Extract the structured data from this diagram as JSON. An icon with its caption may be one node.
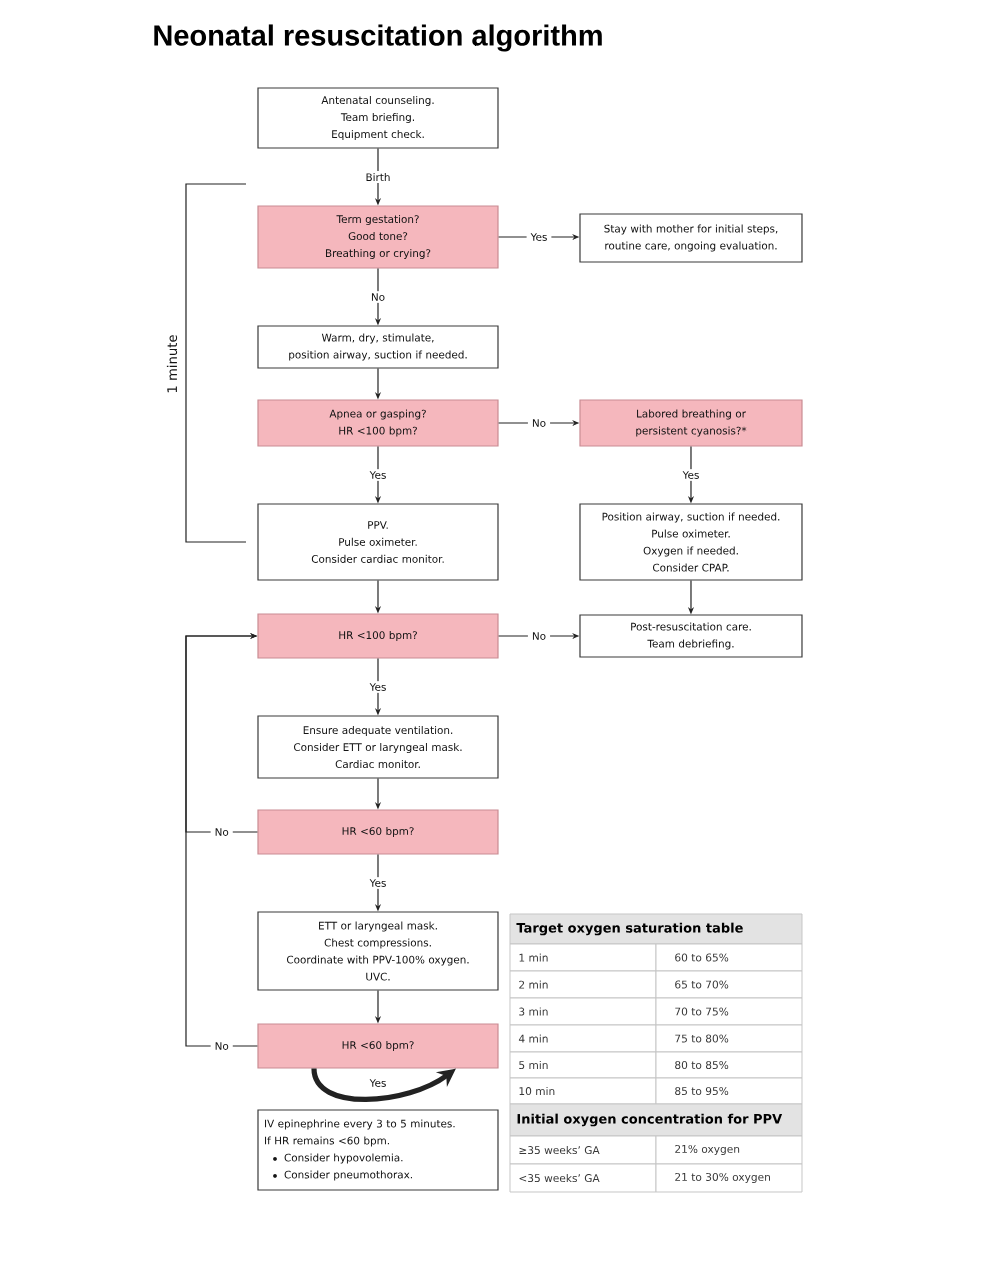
{
  "diagram": {
    "title": "Neonatal resuscitation algorithm",
    "nodes": [
      {
        "text": [
          "Antenatal counseling.",
          "Team briefing.",
          "Equipment check."
        ]
      },
      {
        "text": [
          "Term gestation?",
          "Good tone?",
          "Breathing or crying?"
        ]
      },
      {
        "text": [
          "Stay with mother for initial steps, routine care, ongoing evaluation."
        ]
      },
      {
        "text": [
          "Warm, dry, stimulate, position airway, suction if needed."
        ]
      },
      {
        "text": [
          "Apnea or gasping?",
          "HR <100 bpm?"
        ]
      },
      {
        "text": [
          "Labored breathing or persistent cyanosis?*"
        ]
      },
      {
        "text": [
          "PPV.",
          "Pulse oximeter.",
          "Consider cardiac monitor."
        ]
      },
      {
        "text": [
          "Position airway, suction if needed.",
          "Pulse oximeter.",
          "Oxygen if needed.",
          "Consider CPAP."
        ]
      },
      {
        "text": [
          "HR <100 bpm?"
        ]
      },
      {
        "text": [
          "Post-resuscitation care.",
          "Team debriefing."
        ]
      },
      {
        "text": [
          "Ensure adequate ventilation.",
          "Consider ETT or laryngeal mask.",
          "Cardiac monitor."
        ]
      },
      {
        "text": [
          "HR <60 bpm?"
        ]
      },
      {
        "text": [
          "ETT or laryngeal mask.",
          "Chest compressions.",
          "Coordinate with PPV-100% oxygen.",
          "UVC."
        ]
      },
      {
        "text": [
          "HR <60 bpm?"
        ]
      },
      {
        "text": [
          "IV epinephrine every 3 to 5 minutes.",
          "If HR remains <60 bpm.",
          "Consider hypovolemia.",
          "Consider pneumothorax."
        ]
      }
    ],
    "edges": [
      {
        "from": 0,
        "to": 1,
        "arrow": "to",
        "label": "Birth"
      },
      {
        "from": 1,
        "to": 2,
        "arrow": "to",
        "label": "Yes"
      },
      {
        "from": 1,
        "to": 3,
        "arrow": "to",
        "label": "No"
      },
      {
        "from": 3,
        "to": 4,
        "arrow": "to"
      },
      {
        "from": 4,
        "to": 5,
        "arrow": "to",
        "label": "No"
      },
      {
        "from": 4,
        "to": 6,
        "arrow": "to",
        "label": "Yes"
      },
      {
        "from": 5,
        "to": 7,
        "arrow": "to",
        "label": "Yes"
      },
      {
        "from": 6,
        "to": 8,
        "arrow": "to"
      },
      {
        "from": 7,
        "to": 9,
        "arrow": "to"
      },
      {
        "from": 8,
        "to": 9,
        "arrow": "to",
        "label": "No"
      },
      {
        "from": 8,
        "to": 10,
        "arrow": "to",
        "label": "Yes"
      },
      {
        "from": 10,
        "to": 11,
        "arrow": "to"
      },
      {
        "from": 11,
        "to": 8,
        "arrow": "to",
        "label": "No"
      },
      {
        "from": 11,
        "to": 12,
        "arrow": "to",
        "label": "Yes"
      },
      {
        "from": 12,
        "to": 13,
        "arrow": "to"
      },
      {
        "from": 13,
        "to": 8,
        "arrow": "to",
        "label": "No"
      },
      {
        "from": 13,
        "to": 13,
        "arrow": "to",
        "label": "Yes",
        "style": "thick"
      }
    ],
    "labels": [
      "1 minute",
      "Target oxygen saturation table",
      "1 min",
      "60 to 65%",
      "2 min",
      "65 to 70%",
      "3 min",
      "70 to 75%",
      "4 min",
      "75 to 80%",
      "5 min",
      "80 to 85%",
      "10 min",
      "85 to 95%",
      "Initial oxygen concentration for PPV",
      "≥35 weeks’ GA",
      "21% oxygen",
      "<35 weeks’ GA",
      "21 to 30% oxygen"
    ]
  }
}
